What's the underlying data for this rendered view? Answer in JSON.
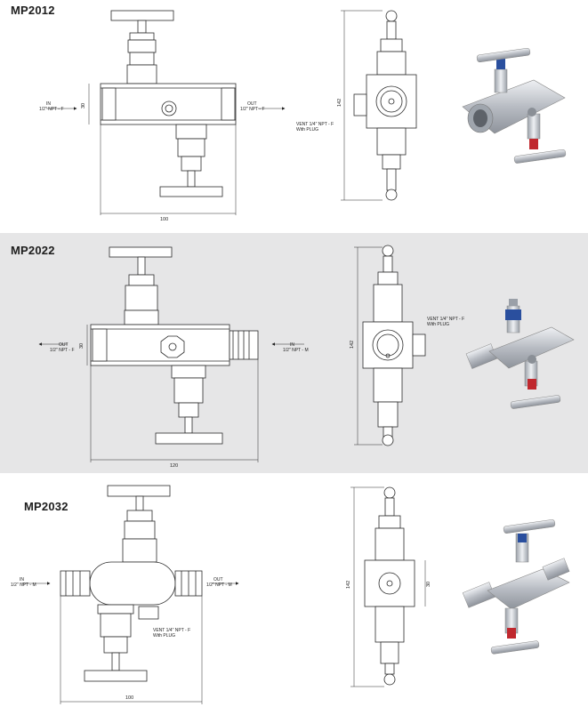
{
  "sections": [
    {
      "title": "MP2012",
      "left_port": {
        "line1": "IN",
        "line2": "1/2\" NPT - F"
      },
      "right_port": {
        "line1": "OUT",
        "line2": "1/2\" NPT - F"
      },
      "vent": {
        "line1": "VENT 1/4\" NPT - F",
        "line2": "With PLUG"
      },
      "dim_width": "100",
      "dim_height": "142",
      "dim_small": "30"
    },
    {
      "title": "MP2022",
      "left_port": {
        "line1": "OUT",
        "line2": "1/2\" NPT - F"
      },
      "right_port": {
        "line1": "IN",
        "line2": "1/2\" NPT - M"
      },
      "vent": {
        "line1": "VENT 1/4\" NPT - F",
        "line2": "With PLUG"
      },
      "dim_width": "120",
      "dim_height": "142",
      "dim_small": "30"
    },
    {
      "title": "MP2032",
      "left_port": {
        "line1": "IN",
        "line2": "1/2\" NPT - M"
      },
      "right_port": {
        "line1": "OUT",
        "line2": "1/2\" NPT - M"
      },
      "vent": {
        "line1": "VENT 1/4\" NPT - F",
        "line2": "With PLUG"
      },
      "dim_width": "100",
      "dim_height": "142",
      "dim_small": "30"
    }
  ],
  "colors": {
    "grey_band": "#e6e6e7",
    "line": "#2b2b2b",
    "handle_red": "#c0282e",
    "handle_blue": "#2a4f9e",
    "steel": "#c9ccd1"
  }
}
